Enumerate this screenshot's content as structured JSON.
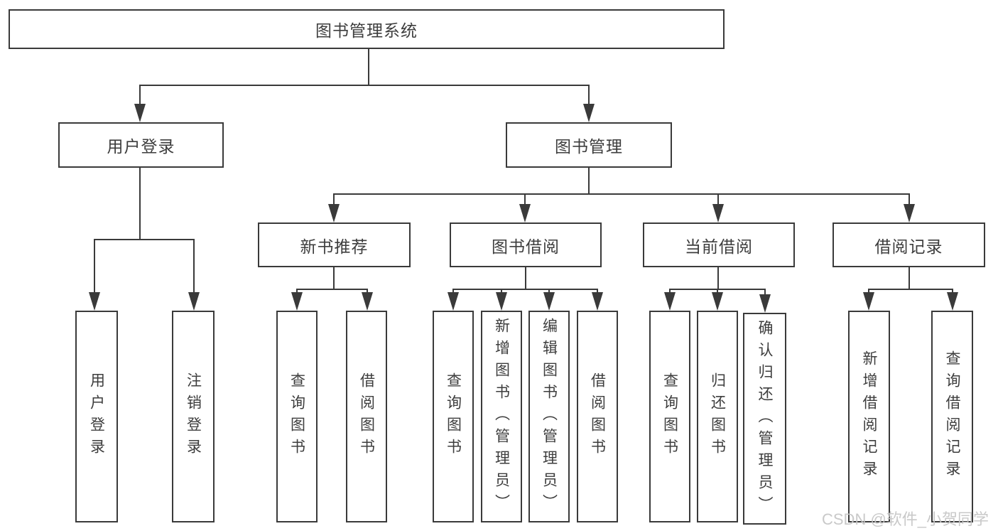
{
  "diagram": {
    "title": "图书管理系统",
    "branches": [
      {
        "label": "用户登录",
        "children": [
          {
            "label": "用户登录"
          },
          {
            "label": "注销登录"
          }
        ]
      },
      {
        "label": "图书管理",
        "children": [
          {
            "label": "新书推荐",
            "children": [
              {
                "label": "查询图书"
              },
              {
                "label": "借阅图书"
              }
            ]
          },
          {
            "label": "图书借阅",
            "children": [
              {
                "label": "查询图书"
              },
              {
                "label": "新增图书（管理员）"
              },
              {
                "label": "编辑图书（管理员）"
              },
              {
                "label": "借阅图书"
              }
            ]
          },
          {
            "label": "当前借阅",
            "children": [
              {
                "label": "查询图书"
              },
              {
                "label": "归还图书"
              },
              {
                "label": "确认归还（管理员）"
              }
            ]
          },
          {
            "label": "借阅记录",
            "children": [
              {
                "label": "新增借阅记录"
              },
              {
                "label": "查询借阅记录"
              }
            ]
          }
        ]
      }
    ]
  },
  "watermark": {
    "text": "CSDN @软件_小贺同学"
  },
  "colors": {
    "line": "#3a3a3a",
    "box_border": "#3a3a3a",
    "text": "#3d3d3d",
    "background": "#ffffff",
    "watermark": "#c6c6c6"
  }
}
